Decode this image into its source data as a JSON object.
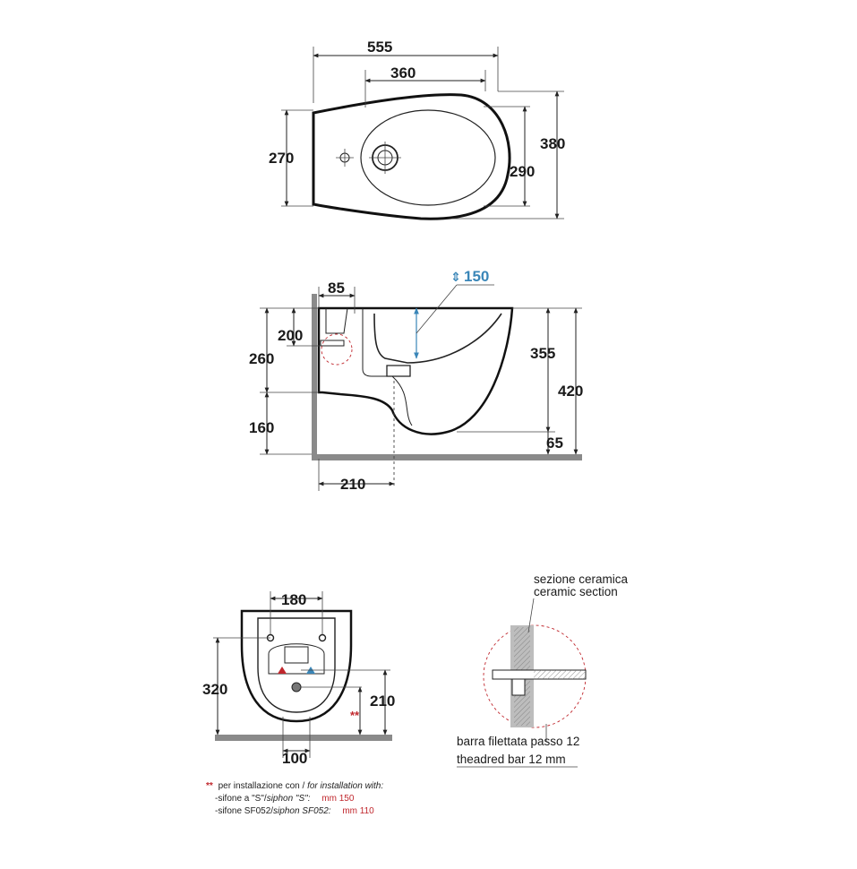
{
  "colors": {
    "line": "#111111",
    "dimension": "#1a1a1a",
    "accent_blue": "#3a86b8",
    "accent_red": "#c0272d",
    "floor_gray": "#8a8a8a"
  },
  "top_view": {
    "overall_length": "555",
    "bowl_length": "360",
    "overall_width": "380",
    "bowl_width": "290",
    "rear_width": "270"
  },
  "side_view": {
    "wall_offset": "85",
    "adjust_range": "150",
    "inlet_height": "200",
    "fixing_height": "260",
    "bottom_height": "160",
    "rim_depth": "355",
    "rim_height": "420",
    "base_clearance": "65",
    "drain_distance": "210"
  },
  "rear_view": {
    "bolt_spacing": "180",
    "height": "320",
    "drain_height": "210",
    "drain_spacing": "100",
    "marker": "**"
  },
  "detail": {
    "label_it": "sezione ceramica",
    "label_en": "ceramic section",
    "bar_it": "barra filettata passo 12",
    "bar_en": "theadred bar 12 mm"
  },
  "footnote": {
    "marker": "**",
    "line1_it": "per installazione con / ",
    "line1_en": "for installation with:",
    "line2_it": "-sifone a \"S\"/",
    "line2_en": "siphon \"S\":",
    "line2_value": "mm 150",
    "line3_it": "-sifone SF052/",
    "line3_en": "siphon SF052:",
    "line3_value": "mm 110"
  }
}
